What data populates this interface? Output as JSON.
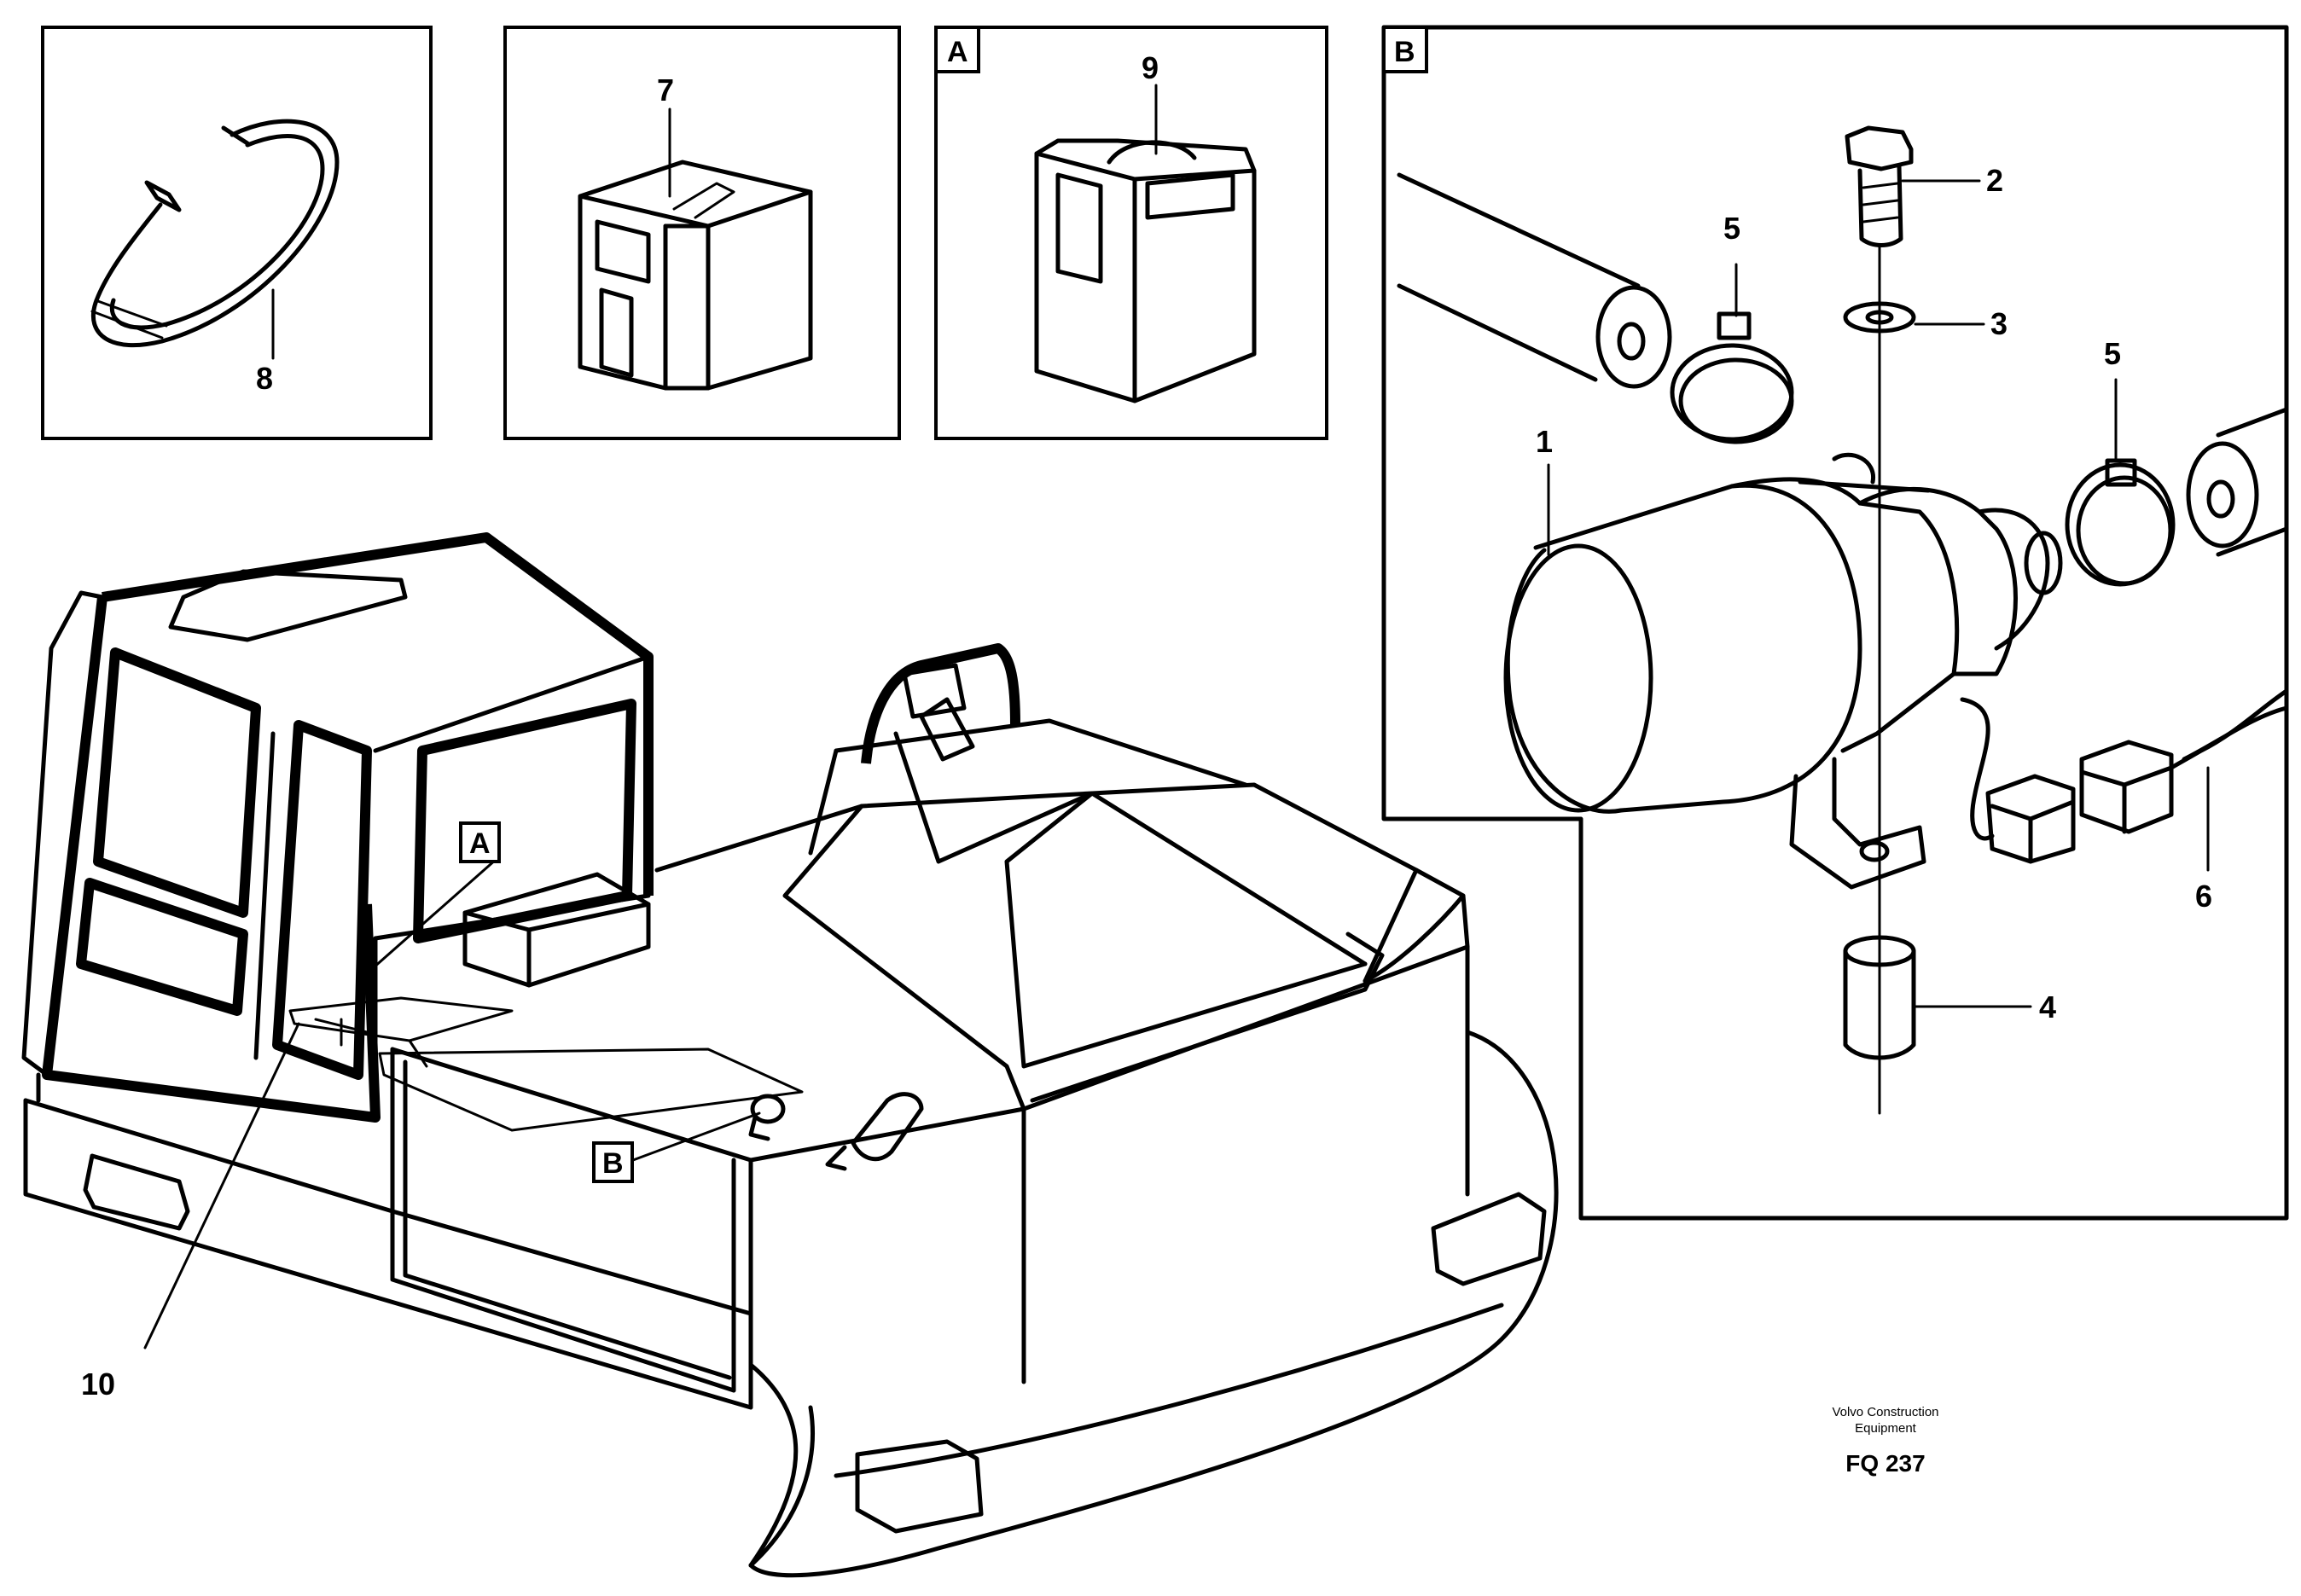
{
  "panels": {
    "a_tag": "A",
    "b_tag": "B"
  },
  "callouts": {
    "p1": "1",
    "p2": "2",
    "p3": "3",
    "p4": "4",
    "p5a": "5",
    "p5b": "5",
    "p6": "6",
    "p7": "7",
    "p8": "8",
    "p9": "9",
    "p10": "10"
  },
  "machine_markers": {
    "a": "A",
    "b": "B"
  },
  "credit": {
    "line1": "Volvo Construction",
    "line2": "Equipment",
    "code": "FQ 237"
  }
}
